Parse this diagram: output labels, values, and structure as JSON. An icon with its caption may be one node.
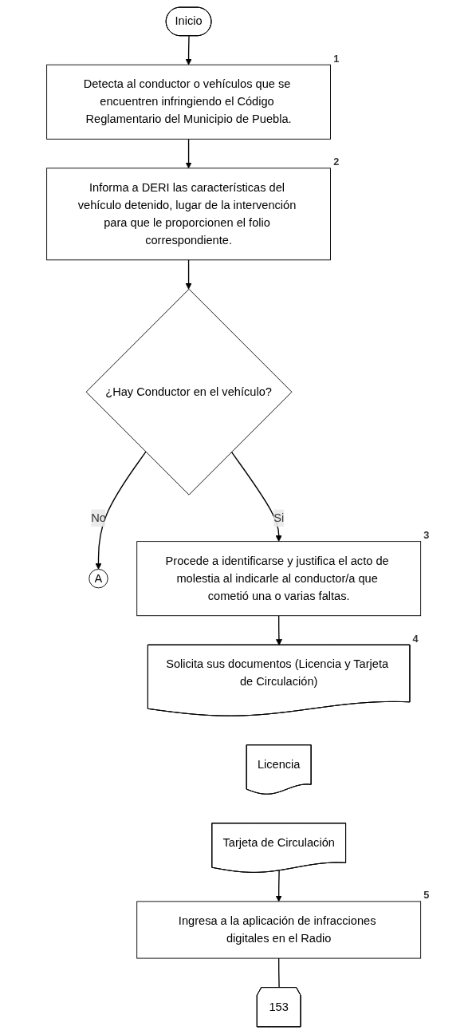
{
  "diagram": {
    "nodes": [
      {
        "text": [
          "Inicio"
        ]
      },
      {
        "text": [
          "Detecta al conductor o vehículos que se encuentren infringiendo el Código Reglamentario del Municipio de Puebla."
        ],
        "beside": [
          "1"
        ]
      },
      {
        "text": [
          "Informa a DERI las características del vehículo detenido, lugar de la intervención para que le proporcionen el folio correspondiente."
        ],
        "beside": [
          "2"
        ]
      },
      {
        "text": [
          "¿Hay Conductor en el vehículo?"
        ]
      },
      {
        "text": [
          "A"
        ]
      },
      {
        "text": [
          "Procede a identificarse y justifica el acto de molestia al indicarle al conductor/a que cometió una o varias faltas."
        ],
        "beside": [
          "3"
        ]
      },
      {
        "text": [
          "Solicita sus documentos (Licencia y Tarjeta de Circulación)"
        ],
        "beside": [
          "4"
        ]
      },
      {
        "text": [
          "Licencia"
        ]
      },
      {
        "text": [
          "Tarjeta de Circulación"
        ]
      },
      {
        "text": [
          "Ingresa a la aplicación de infracciones digitales en el Radio"
        ],
        "beside": [
          "5"
        ]
      },
      {
        "text": [
          "153"
        ]
      }
    ],
    "edges": [
      {
        "from": 0,
        "to": 1,
        "arrow": "to"
      },
      {
        "from": 1,
        "to": 2,
        "arrow": "to"
      },
      {
        "from": 2,
        "to": 3,
        "arrow": "to"
      },
      {
        "from": 3,
        "to": 4,
        "label": "No",
        "arrow": "to"
      },
      {
        "from": 3,
        "to": 5,
        "label": "Si",
        "arrow": "to"
      },
      {
        "from": 5,
        "to": 6,
        "arrow": "to"
      },
      {
        "from": 8,
        "to": 9,
        "arrow": "to"
      },
      {
        "from": 9,
        "to": 10,
        "arrow": "none"
      }
    ]
  }
}
